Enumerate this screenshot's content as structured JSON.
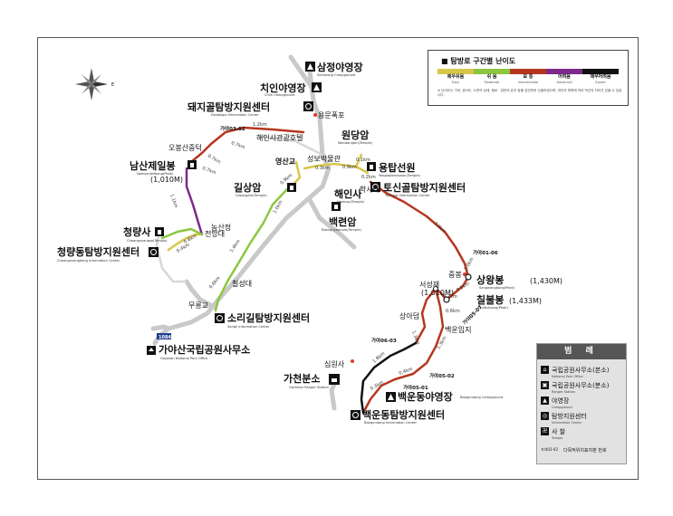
{
  "legend": {
    "title": "탐방로 구간별 난이도",
    "levels": [
      {
        "label": "매우쉬움",
        "en": "Easy",
        "color": "#d6c64a"
      },
      {
        "label": "쉬 움",
        "en": "Moderate",
        "color": "#8cc63f"
      },
      {
        "label": "보 통",
        "en": "Intermediate",
        "color": "#b5371f"
      },
      {
        "label": "어려움",
        "en": "Advanced",
        "color": "#7d2a8c"
      },
      {
        "label": "매우어려움",
        "en": "Expert",
        "color": "#111111"
      }
    ],
    "note": "※ 난이도는 거리, 경사도, 노면의 상태, 험로 · 암반의 유무 등을 감안하여 산출하였으며, 개인의 체력에 따라 적간의 차이가 있을 수 있습니다."
  },
  "key": {
    "title": "범 례",
    "items": [
      {
        "label": "국립공원사무소(본소)",
        "en": "National Park Office",
        "icon": "house-icon"
      },
      {
        "label": "국립공원사무소(분소)",
        "en": "Ranger Station",
        "icon": "station-icon"
      },
      {
        "label": "야영장",
        "en": "Campground",
        "icon": "tent-icon"
      },
      {
        "label": "탐방지원센터",
        "en": "Information Center",
        "icon": "info-icon"
      },
      {
        "label": "사 찰",
        "en": "Temple",
        "icon": "temple-icon"
      }
    ],
    "marker_label": "다목적위치표지판 번호",
    "marker_code": "가야03-02"
  },
  "places": {
    "samjeong": {
      "name": "삼정야영장",
      "en": "Samjeong Campground"
    },
    "chiin": {
      "name": "치인야영장",
      "en": "Chiin Campground"
    },
    "dwaejigol": {
      "name": "돼지골탐방지원센터",
      "en": "Dwaejigol Information Center"
    },
    "yongmun": {
      "name": "용문폭포"
    },
    "haeinsa_hotel": {
      "name": "해인사관광호텔"
    },
    "obongsan": {
      "name": "오봉산중턱"
    },
    "namsanje": {
      "name": "남산제일봉",
      "en": "Namsanjeilbong(Peak)",
      "alt": "(1,010M)"
    },
    "wondangam": {
      "name": "원당암",
      "en": "Wondangam(Temple)"
    },
    "yongtapseon": {
      "name": "용탑선원",
      "en": "Yongtapseonwon(Temple)"
    },
    "yeongsangyo": {
      "name": "영산교"
    },
    "seongbo": {
      "name": "성보박물관"
    },
    "haksadae": {
      "name": "학사대"
    },
    "tosingol": {
      "name": "토신골탐방지원센터",
      "en": "Tosingol Information Center"
    },
    "haeinsa": {
      "name": "해인사",
      "en": "Haeinsa(Temple)"
    },
    "baengnyeonam": {
      "name": "백련암",
      "en": "Baengnyeonam(Temple)"
    },
    "gilsangam": {
      "name": "길상암",
      "en": "Gilsangam(Temple)"
    },
    "nongsanjeong": {
      "name": "농산정"
    },
    "cheongnyangsa": {
      "name": "청량사",
      "en": "Cheongnyangsa(Temple)"
    },
    "jeonmangdae": {
      "name": "전망대"
    },
    "cheongnyangdong": {
      "name": "청량동탐방지원센터",
      "en": "Cheongnyangdong Information Center"
    },
    "chilseongdae": {
      "name": "칠성대"
    },
    "mureunggyo": {
      "name": "무릉교"
    },
    "sorigil": {
      "name": "소리길탐방지원센터",
      "en": "Sorigil Information Center"
    },
    "road": {
      "name": "1084"
    },
    "gayasan_office": {
      "name": "가야산국립공원사무소",
      "en": "Gayasan National Park Office"
    },
    "sangwangbong": {
      "name": "상왕봉",
      "en": "Sangwangbong(Peak)",
      "alt": "(1,430M)"
    },
    "chilbulbong": {
      "name": "칠불봉",
      "en": "Chilbulbong(Peak)",
      "alt": "(1,433M)"
    },
    "jungbong": {
      "name": "중봉"
    },
    "seoseongjae": {
      "name": "서성재",
      "alt": "(1,010M)"
    },
    "sangadeum": {
      "name": "상아덤"
    },
    "baegunimji": {
      "name": "백운임지"
    },
    "simwonsa": {
      "name": "심원사"
    },
    "gacheon": {
      "name": "가천분소",
      "en": "Gacheon Ranger Station"
    },
    "baegundong_camp": {
      "name": "백운동야영장",
      "en": "Baegundong Campground"
    },
    "baegundong_center": {
      "name": "백운동탐방지원센터",
      "en": "Baegundong Information Center"
    }
  },
  "codes": {
    "c1": "가야03-02",
    "c2": "가야01-06",
    "c3": "가야05-07",
    "c4": "가야06-03",
    "c5": "가야05-02",
    "c6": "가야05-01"
  },
  "distances": {
    "d1": "1.2km",
    "d2": "0.7km",
    "d3": "0.7km",
    "d4": "0.7km",
    "d5": "1.1km",
    "d6": "0.8km",
    "d7": "0.4km",
    "d8": "0.9km",
    "d9": "1.0km",
    "d10": "1.4km",
    "d11": "0.6km",
    "d12": "0.3km",
    "d13": "0.9km",
    "d14": "0.1km",
    "d15": "0.2km",
    "d16": "3.0km",
    "d17": "1.0km",
    "d18": "0.5km",
    "d19": "0.2km",
    "d20": "0.6km",
    "d21": "1.3km",
    "d22": "1.3km",
    "d23": "1.8km",
    "d24": "0.4km",
    "d25": "0.3km"
  },
  "colors": {
    "road": "#c9c9c9",
    "easy": "#d6c64a",
    "moderate": "#8cc63f",
    "intermediate": "#b5371f",
    "advanced": "#7d2a8c",
    "expert": "#111111",
    "road_badge": "#1d3d8f"
  }
}
